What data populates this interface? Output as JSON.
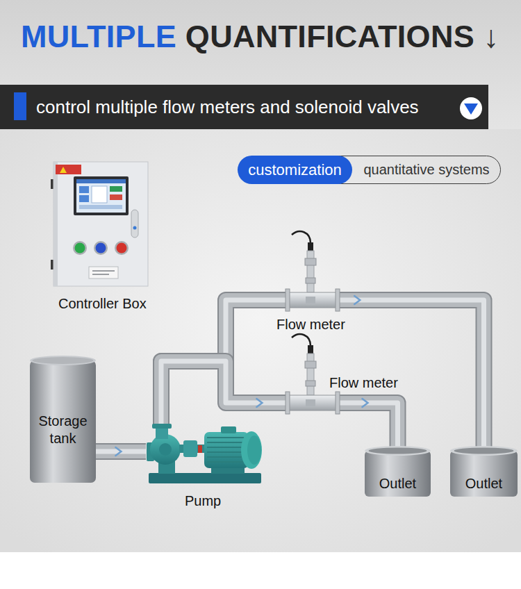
{
  "diagram": {
    "title": "MULTIPLE QUANTIFICATIONS ↓",
    "nodes": [
      {
        "text": [
          "control multiple flow meters and solenoid valves"
        ]
      },
      {
        "text": [
          "Controller Box"
        ]
      },
      {
        "text": [
          "customization"
        ]
      },
      {
        "text": [
          "quantitative systems"
        ]
      },
      {
        "text": [
          "Flow meter"
        ]
      },
      {
        "text": [
          "Flow meter"
        ]
      },
      {
        "text": [
          "Storage tank"
        ]
      },
      {
        "text": [
          "Pump"
        ]
      },
      {
        "text": [
          "Outlet"
        ]
      },
      {
        "text": [
          "Outlet"
        ]
      }
    ],
    "edges": [
      {
        "from": 6,
        "to": 7,
        "arrow": "to"
      },
      {
        "from": 7,
        "to": 4,
        "arrow": "to"
      },
      {
        "from": 7,
        "to": 5,
        "arrow": "to"
      },
      {
        "from": 4,
        "to": 9,
        "arrow": "to"
      },
      {
        "from": 5,
        "to": 8,
        "arrow": "to"
      }
    ]
  }
}
